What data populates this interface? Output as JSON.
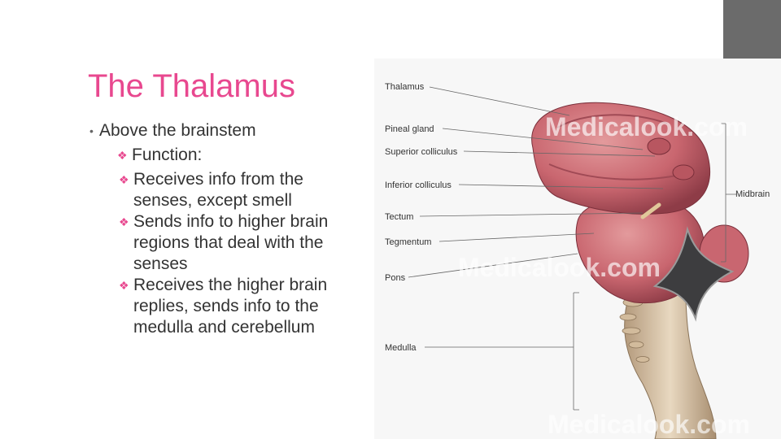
{
  "slide": {
    "title": "The Thalamus",
    "bullets": {
      "level1": "Above the brainstem",
      "level2": "Function:",
      "level3": [
        "Receives info from the senses, except smell",
        "Sends info to higher brain regions that deal with the senses",
        "Receives the higher brain replies, sends info to the medulla and cerebellum"
      ]
    },
    "bullet_icon": "open-book-icon"
  },
  "diagram": {
    "labels": {
      "thalamus": "Thalamus",
      "pineal_gland": "Pineal gland",
      "superior_colliculus": "Superior colliculus",
      "inferior_colliculus": "Inferior colliculus",
      "tectum": "Tectum",
      "tegmentum": "Tegmentum",
      "pons": "Pons",
      "medulla": "Medulla",
      "midbrain": "Midbrain"
    },
    "watermark": "Medicalook.com",
    "colors": {
      "brain_tissue": "#c9666f",
      "brainstem": "#d8c3a5",
      "ventricle": "#3d3d3f",
      "title_accent": "#e8488f"
    }
  }
}
